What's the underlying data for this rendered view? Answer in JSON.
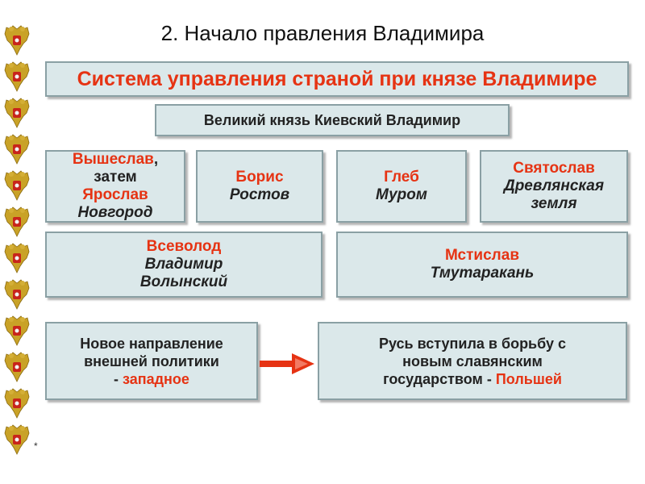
{
  "slide": {
    "title": "2. Начало правления Владимира",
    "subtitle": "Система управления страной при князе Владимире",
    "grand_prince": "Великий князь Киевский Владимир",
    "sons": [
      {
        "name_a": "Вышеслав",
        "comma": ",",
        "mid": "затем",
        "name_b": "Ярослав",
        "place": "Новгород"
      },
      {
        "name": "Борис",
        "place": "Ростов"
      },
      {
        "name": "Глеб",
        "place": "Муром"
      },
      {
        "name": "Святослав",
        "place_1": "Древлянская",
        "place_2": "земля"
      },
      {
        "name": "Всеволод",
        "place_1": "Владимир",
        "place_2": "Волынский"
      },
      {
        "name": "Мстислав",
        "place": "Тмутаракань"
      }
    ],
    "policy_left": {
      "line1": "Новое направление",
      "line2": "внешней политики",
      "line3_prefix": "- ",
      "line3_red": "западное"
    },
    "policy_right": {
      "line1": "Русь вступила в борьбу с",
      "line2": "новым славянским",
      "line3_prefix": "государством - ",
      "line3_red": "Польшей"
    },
    "footnote": "*"
  },
  "colors": {
    "accent": "#e63313",
    "box_fill": "#dbe8ea",
    "box_border": "#8aa0a4"
  },
  "icons": {
    "emblem": "double-headed-eagle-icon",
    "arrow": "right-arrow-icon"
  }
}
